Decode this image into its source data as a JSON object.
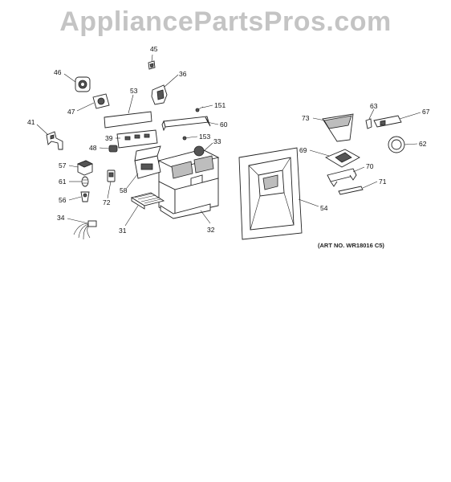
{
  "watermark": "AppliancePartsPros.com",
  "art_number": "(ART NO. WR18016 C5)",
  "labels": {
    "p45": "45",
    "p46": "46",
    "p36": "36",
    "p53": "53",
    "p47": "47",
    "p151": "151",
    "p41": "41",
    "p60": "60",
    "p39": "39",
    "p153": "153",
    "p33": "33",
    "p48": "48",
    "p57": "57",
    "p58": "58",
    "p61": "61",
    "p72": "72",
    "p56": "56",
    "p34": "34",
    "p31": "31",
    "p32": "32",
    "p54": "54",
    "p73": "73",
    "p63": "63",
    "p67": "67",
    "p62": "62",
    "p69": "69",
    "p70": "70",
    "p71": "71"
  }
}
